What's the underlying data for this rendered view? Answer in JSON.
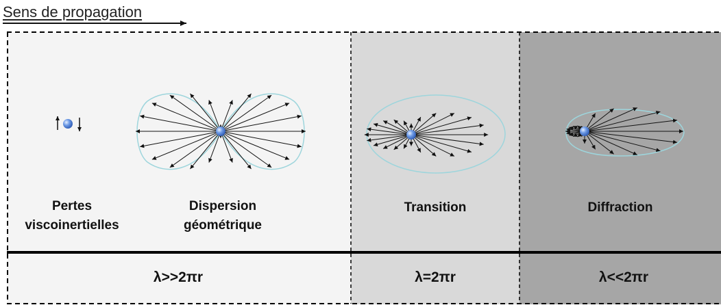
{
  "header": {
    "title": "Sens de propagation"
  },
  "regions": [
    {
      "label": "Pertes viscoinertielles",
      "condition": "λ>>2πr"
    },
    {
      "label": "Dispersion géométrique"
    },
    {
      "label": "Transition",
      "condition": "λ=2πr"
    },
    {
      "label": "Diffraction",
      "condition": "λ<<2πr"
    }
  ],
  "colors": {
    "panel_1": "#f4f4f4",
    "panel_2": "#d9d9d9",
    "panel_3": "#a6a6a6",
    "outline": "#9dd5dc",
    "sphere": "#4a7fd9"
  },
  "icons": [
    "up-arrow-icon",
    "sphere-icon",
    "down-arrow-icon",
    "propagation-arrow-icon"
  ]
}
